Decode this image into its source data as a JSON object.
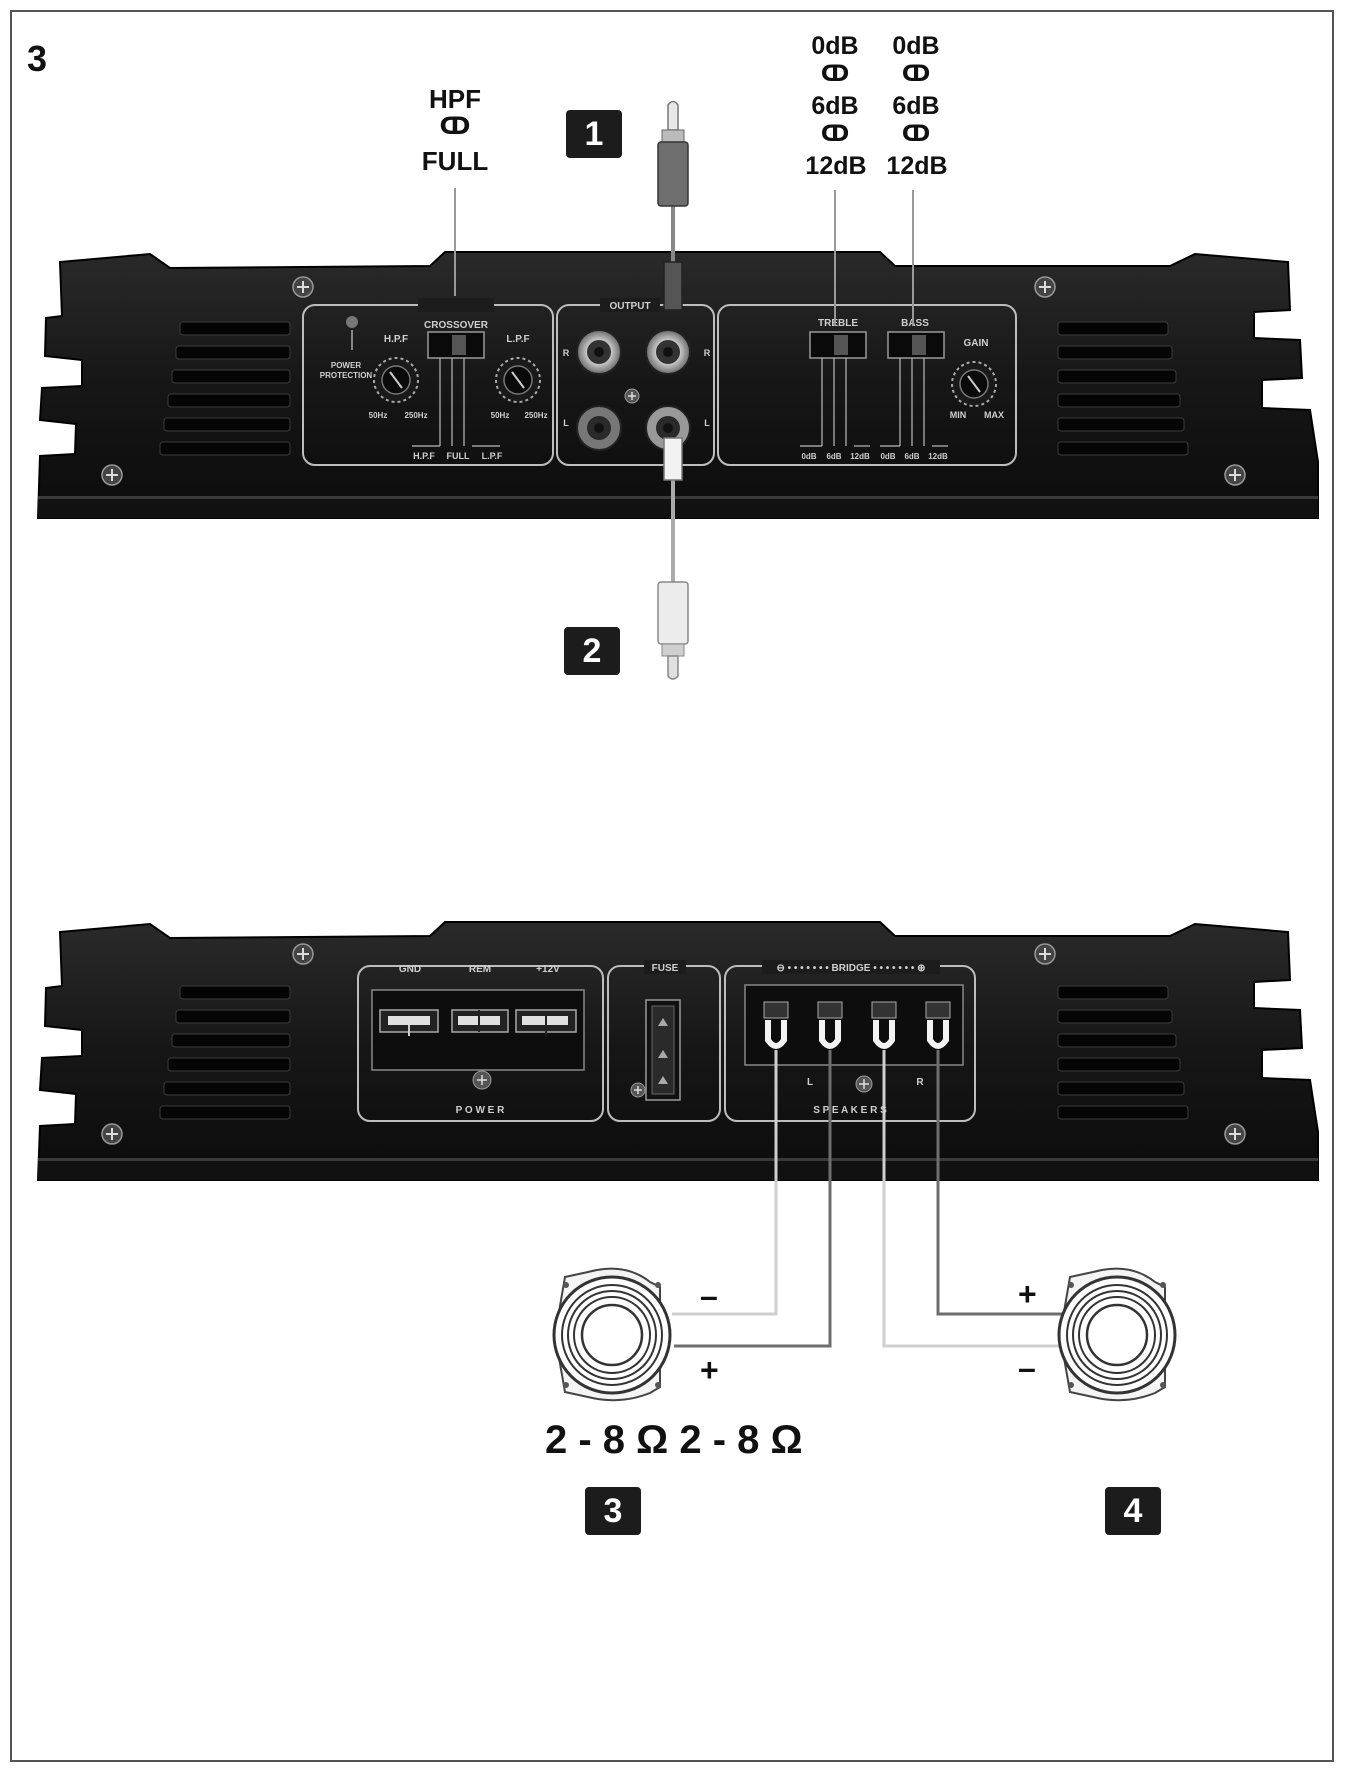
{
  "page_number": "3",
  "callouts": {
    "crossover": {
      "hpf": "HPF",
      "full": "FULL"
    },
    "treble_col": [
      "0dB",
      "6dB",
      "12dB"
    ],
    "bass_col": [
      "0dB",
      "6dB",
      "12dB"
    ],
    "switch_symbol": "ↀ"
  },
  "badges": [
    "1",
    "2",
    "3",
    "4"
  ],
  "amp_top": {
    "crossover_title": "CROSSOVER",
    "power_protection": [
      "POWER",
      "PROTECTION"
    ],
    "hpf_knob": "H.P.F",
    "lpf_knob": "L.P.F",
    "freq_min": "50Hz",
    "freq_max": "250Hz",
    "switch_positions": [
      "H.P.F",
      "FULL",
      "L.P.F"
    ],
    "output_title": "OUTPUT",
    "channel_r": "R",
    "channel_l": "L",
    "treble_title": "TREBLE",
    "bass_title": "BASS",
    "gain_title": "GAIN",
    "gain_min": "MIN",
    "gain_max": "MAX",
    "eq_values": [
      "0dB",
      "6dB",
      "12dB",
      "0dB",
      "6dB",
      "12dB"
    ]
  },
  "amp_bottom": {
    "power_terminals": [
      "GND",
      "REM",
      "+12V"
    ],
    "power_label": "P O W E R",
    "fuse_label": "FUSE",
    "bridge_label": "⊖ • • • • • • • BRIDGE • • • • • • • ⊕",
    "speakers_label": "S P E A K E R S",
    "speaker_channel_l": "L",
    "speaker_channel_r": "R"
  },
  "speakers": {
    "left": {
      "minus": "–",
      "plus": "+"
    },
    "right": {
      "plus": "+",
      "minus": "–"
    },
    "impedance": "2 - 8 Ω 2 - 8 Ω"
  }
}
